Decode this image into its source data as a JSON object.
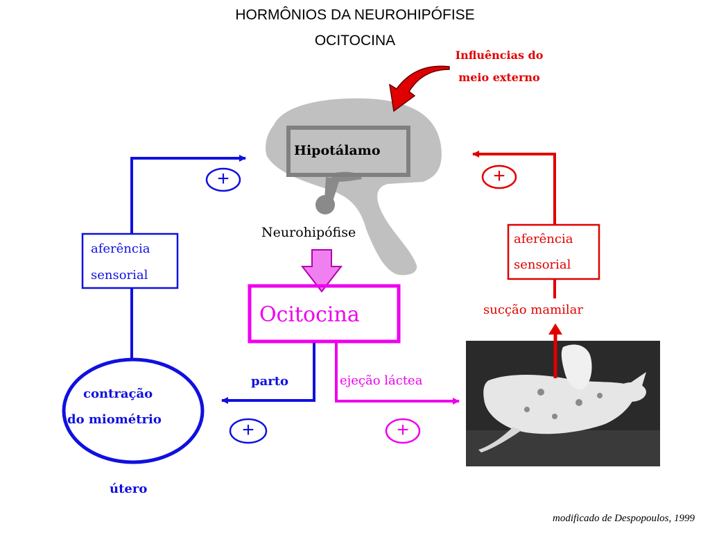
{
  "title": {
    "line1": "HORMÔNIOS DA NEUROHIPÓFISE",
    "line2": "OCITOCINA"
  },
  "external": {
    "line1": "Influências do",
    "line2": "meio externo"
  },
  "brain": {
    "hypothalamus_label": "Hipotálamo",
    "neurohypophysis_label": "Neurohipófise"
  },
  "oxytocin_label": "Ocitocina",
  "left_loop": {
    "afferent_line1": "aferência",
    "afferent_line2": "sensorial",
    "plus": "+",
    "uterus_line1": "contração",
    "uterus_line2": "do miométrio",
    "uterus_label": "útero",
    "parto_label": "parto",
    "parto_plus": "+"
  },
  "right_loop": {
    "afferent_line1": "aferência",
    "afferent_line2": "sensorial",
    "plus": "+",
    "suckling_label": "sucção mamilar",
    "ejection_label": "ejeção láctea",
    "ejection_plus": "+"
  },
  "credit": "modificado de Despopoulos, 1999",
  "colors": {
    "blue": "#1010e0",
    "red": "#e00000",
    "magenta": "#ee00ee",
    "brain_gray": "#c0c0c0",
    "photo_bg": "#2a2a2a"
  },
  "icons": [
    "curved-arrow-icon",
    "down-arrow-icon",
    "plus-circle-icon",
    "rat-photo"
  ]
}
